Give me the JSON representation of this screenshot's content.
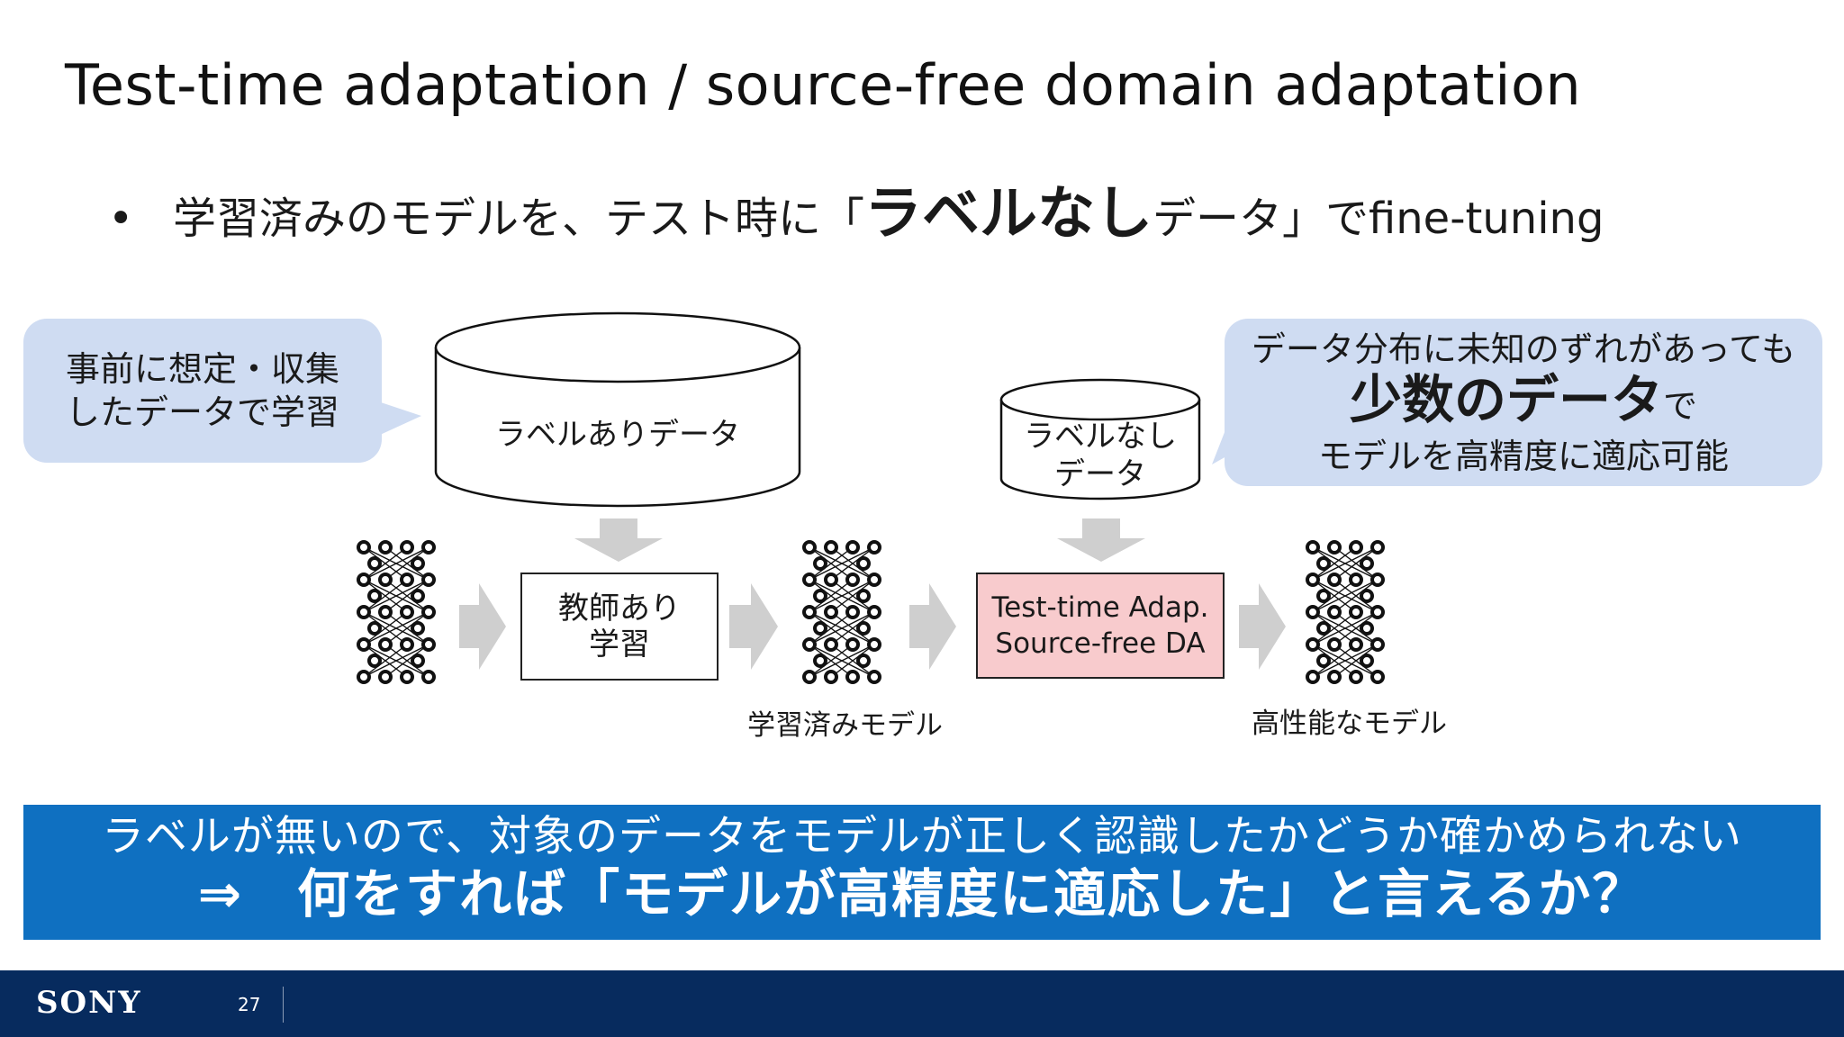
{
  "title": "Test-time adaptation / source-free domain adaptation",
  "bullet": {
    "marker": "•",
    "text_pre": "学習済みのモデルを、テスト時に「",
    "text_emph": "ラベルなし",
    "text_post": "データ」でfine-tuning"
  },
  "callout_left": {
    "line1": "事前に想定・収集",
    "line2": "したデータで学習"
  },
  "callout_right": {
    "line1": "データ分布に未知のずれがあっても",
    "line2_emph": "少数のデータ",
    "line2_tail": "で",
    "line3": "モデルを高精度に適応可能"
  },
  "db_labeled": {
    "label": "ラベルありデータ"
  },
  "db_unlabeled": {
    "line1": "ラベルなし",
    "line2": "データ"
  },
  "box_supervised": {
    "line1": "教師あり",
    "line2": "学習"
  },
  "box_tta": {
    "line1": "Test-time Adap.",
    "line2": "Source-free DA"
  },
  "model_captions": {
    "trained": "学習済みモデル",
    "high_perf": "高性能なモデル"
  },
  "banner": {
    "line1": "ラベルが無いので、対象のデータをモデルが正しく認識したかどうか確かめられない",
    "line2": "⇒　何をすれば「モデルが高精度に適応した」と言えるか？"
  },
  "footer": {
    "logo": "SONY",
    "page_number": "27"
  },
  "colors": {
    "callout_fill": "#cfdcf2",
    "tta_box_fill": "#f8cbcd",
    "banner_fill": "#0f70c1",
    "footer_fill": "#072b5e",
    "arrow_fill": "#cfcfcf"
  }
}
